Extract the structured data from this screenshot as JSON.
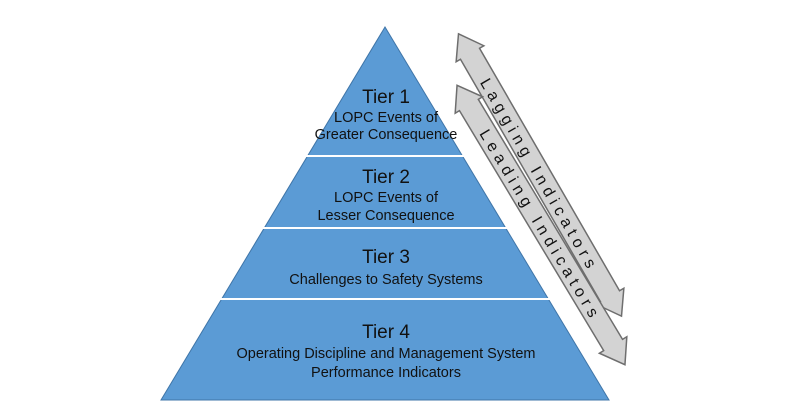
{
  "colors": {
    "pyramid_fill": "#5b9bd5",
    "pyramid_stroke": "#3f75a8",
    "divider": "#ffffff",
    "arrow_fill": "#d3d3d3",
    "arrow_stroke": "#6e6e6e",
    "text": "#111111"
  },
  "tiers": [
    {
      "title": "Tier 1",
      "lines": [
        "LOPC Events of",
        "Greater Consequence"
      ]
    },
    {
      "title": "Tier 2",
      "lines": [
        "LOPC Events of",
        "Lesser Consequence"
      ]
    },
    {
      "title": "Tier 3",
      "lines": [
        "Challenges to Safety Systems"
      ]
    },
    {
      "title": "Tier 4",
      "lines": [
        "Operating Discipline and Management System",
        "Performance Indicators"
      ]
    }
  ],
  "arrows": {
    "lagging": {
      "label": "Lagging Indicators",
      "icon": "double-headed-arrow-icon"
    },
    "leading": {
      "label": "Leading Indicators",
      "icon": "double-headed-arrow-icon"
    }
  }
}
